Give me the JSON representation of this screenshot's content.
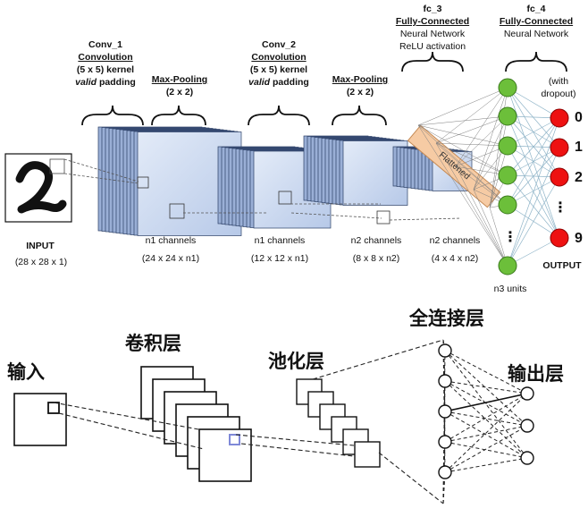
{
  "top": {
    "conv1": {
      "name": "Conv_1",
      "kind": "Convolution",
      "kernel": "(5 x 5) kernel",
      "pad_word": "valid",
      "pad_rest": " padding"
    },
    "pool1": {
      "name": "Max-Pooling",
      "size": "(2 x 2)"
    },
    "conv2": {
      "name": "Conv_2",
      "kind": "Convolution",
      "kernel": "(5 x 5) kernel",
      "pad_word": "valid",
      "pad_rest": " padding"
    },
    "pool2": {
      "name": "Max-Pooling",
      "size": "(2 x 2)"
    },
    "fc3": {
      "name": "fc_3",
      "kind": "Fully-Connected",
      "line1": "Neural Network",
      "line2": "ReLU activation"
    },
    "fc4": {
      "name": "fc_4",
      "kind": "Fully-Connected",
      "line1": "Neural Network"
    },
    "dropout": {
      "line1": "(with",
      "line2": "dropout)"
    },
    "flattened": "Flattened",
    "input": {
      "label": "INPUT",
      "dims": "(28 x 28 x 1)"
    },
    "stage1": {
      "label": "n1 channels",
      "dims": "(24 x 24 x n1)"
    },
    "stage2": {
      "label": "n1 channels",
      "dims": "(12 x 12 x n1)"
    },
    "stage3": {
      "label": "n2 channels",
      "dims": "(8 x 8 x n2)"
    },
    "stage4": {
      "label": "n2 channels",
      "dims": "(4 x 4 x n2)"
    },
    "n3units": "n3 units",
    "output": "OUTPUT",
    "digits": [
      "0",
      "1",
      "2",
      "⋮",
      "9"
    ],
    "hidden_vdots": "⋮"
  },
  "bottom": {
    "input": "输入",
    "conv": "卷积层",
    "pool": "池化层",
    "fc": "全连接层",
    "out": "输出层"
  },
  "colors": {
    "map_face": "#c8d7ef",
    "map_back": "#9aafd6",
    "hidden_node": "#6cbf3a",
    "output_node": "#ee1111",
    "flattened_bar": "#f6cba4",
    "edge": "#8fb4c8"
  }
}
